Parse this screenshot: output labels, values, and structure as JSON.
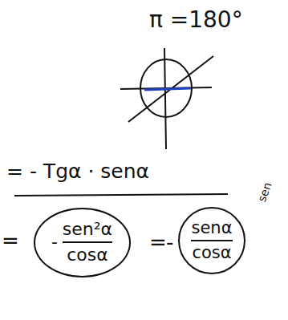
{
  "diagram": {
    "nodes": [
      {
        "text": [
          "-",
          "sen²α",
          "cosα"
        ]
      },
      {
        "text": [
          "senα",
          "cosα"
        ]
      }
    ],
    "labels": [
      "π =180°",
      "= - Tgα · senα",
      "=",
      "=",
      "-",
      "sen"
    ]
  }
}
